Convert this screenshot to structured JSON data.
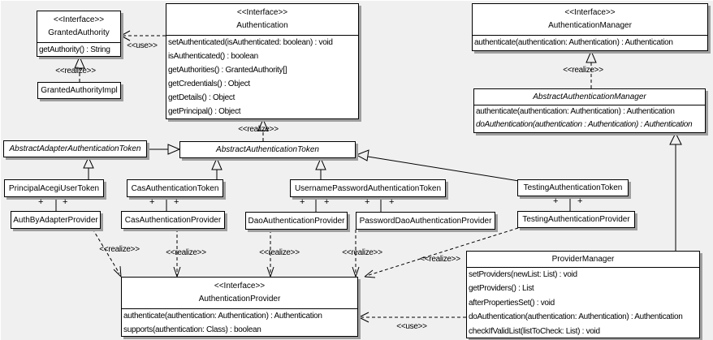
{
  "labels": {
    "use": "<<use>>",
    "realize": "<<realize>>",
    "plus": "+"
  },
  "classes": {
    "granted_authority": {
      "stereotype": "<<Interface>>",
      "name": "GrantedAuthority",
      "methods": [
        "getAuthority() : String"
      ]
    },
    "granted_authority_impl": {
      "name": "GrantedAuthorityImpl"
    },
    "authentication": {
      "stereotype": "<<Interface>>",
      "name": "Authentication",
      "methods": [
        "setAuthenticated(isAuthenticated: boolean) : void",
        "isAuthenticated() : boolean",
        "getAuthorities() : GrantedAuthority[]",
        "getCredentials() : Object",
        "getDetails() : Object",
        "getPrincipal() : Object"
      ]
    },
    "authentication_manager": {
      "stereotype": "<<Interface>>",
      "name": "AuthenticationManager",
      "methods": [
        "authenticate(authentication: Authentication) : Authentication"
      ]
    },
    "abstract_authentication_manager": {
      "name": "AbstractAuthenticationManager",
      "methods": [
        "authenticate(authentication: Authentication) : Authentication",
        "doAuthentication(authentication : Authentication) : Authentication"
      ]
    },
    "abstract_adapter_authentication_token": {
      "name": "AbstractAdapterAuthenticationToken"
    },
    "abstract_authentication_token": {
      "name": "AbstractAuthenticationToken"
    },
    "principal_acegi_user_token": {
      "name": "PrincipalAcegiUserToken"
    },
    "cas_authentication_token": {
      "name": "CasAuthenticationToken"
    },
    "username_password_authentication_token": {
      "name": "UsernamePasswordAuthenticationToken"
    },
    "testing_authentication_token": {
      "name": "TestingAuthenticationToken"
    },
    "auth_by_adapter_provider": {
      "name": "AuthByAdapterProvider"
    },
    "cas_authentication_provider": {
      "name": "CasAuthenticationProvider"
    },
    "dao_authentication_provider": {
      "name": "DaoAuthenticationProvider"
    },
    "password_dao_authentication_provider": {
      "name": "PasswordDaoAuthenticationProvider"
    },
    "testing_authentication_provider": {
      "name": "TestingAuthenticationProvider"
    },
    "authentication_provider": {
      "stereotype": "<<Interface>>",
      "name": "AuthenticationProvider",
      "methods": [
        "authenticate(authentication: Authentication) : Authentication",
        "supports(authentication: Class) : boolean"
      ]
    },
    "provider_manager": {
      "name": "ProviderManager",
      "methods": [
        "setProviders(newList: List) : void",
        "getProviders() : List",
        "afterPropertiesSet() : void",
        "doAuthentication(authentication: Authentication) : Authentication",
        "checkIfValidList(listToCheck: List) : void"
      ]
    }
  },
  "relationships": [
    {
      "from": "Authentication",
      "to": "GrantedAuthority",
      "type": "use"
    },
    {
      "from": "GrantedAuthorityImpl",
      "to": "GrantedAuthority",
      "type": "realize"
    },
    {
      "from": "AbstractAuthenticationToken",
      "to": "Authentication",
      "type": "realize"
    },
    {
      "from": "AbstractAuthenticationManager",
      "to": "AuthenticationManager",
      "type": "realize"
    },
    {
      "from": "AbstractAdapterAuthenticationToken",
      "to": "AbstractAuthenticationToken",
      "type": "generalization"
    },
    {
      "from": "PrincipalAcegiUserToken",
      "to": "AbstractAdapterAuthenticationToken",
      "type": "generalization"
    },
    {
      "from": "CasAuthenticationToken",
      "to": "AbstractAuthenticationToken",
      "type": "generalization"
    },
    {
      "from": "UsernamePasswordAuthenticationToken",
      "to": "AbstractAuthenticationToken",
      "type": "generalization"
    },
    {
      "from": "TestingAuthenticationToken",
      "to": "AbstractAuthenticationToken",
      "type": "generalization"
    },
    {
      "from": "ProviderManager",
      "to": "AbstractAuthenticationManager",
      "type": "generalization"
    },
    {
      "from": "PrincipalAcegiUserToken",
      "to": "AuthByAdapterProvider",
      "type": "association",
      "ends": [
        "+",
        "+"
      ]
    },
    {
      "from": "CasAuthenticationToken",
      "to": "CasAuthenticationProvider",
      "type": "association",
      "ends": [
        "+",
        "+"
      ]
    },
    {
      "from": "UsernamePasswordAuthenticationToken",
      "to": "DaoAuthenticationProvider",
      "type": "association",
      "ends": [
        "+",
        "+"
      ]
    },
    {
      "from": "UsernamePasswordAuthenticationToken",
      "to": "PasswordDaoAuthenticationProvider",
      "type": "association",
      "ends": [
        "+",
        "+"
      ]
    },
    {
      "from": "TestingAuthenticationToken",
      "to": "TestingAuthenticationProvider",
      "type": "association",
      "ends": [
        "+",
        "+"
      ]
    },
    {
      "from": "AuthByAdapterProvider",
      "to": "AuthenticationProvider",
      "type": "realize"
    },
    {
      "from": "CasAuthenticationProvider",
      "to": "AuthenticationProvider",
      "type": "realize"
    },
    {
      "from": "DaoAuthenticationProvider",
      "to": "AuthenticationProvider",
      "type": "realize"
    },
    {
      "from": "PasswordDaoAuthenticationProvider",
      "to": "AuthenticationProvider",
      "type": "realize"
    },
    {
      "from": "TestingAuthenticationProvider",
      "to": "AuthenticationProvider",
      "type": "realize"
    },
    {
      "from": "ProviderManager",
      "to": "AuthenticationProvider",
      "type": "use"
    }
  ]
}
